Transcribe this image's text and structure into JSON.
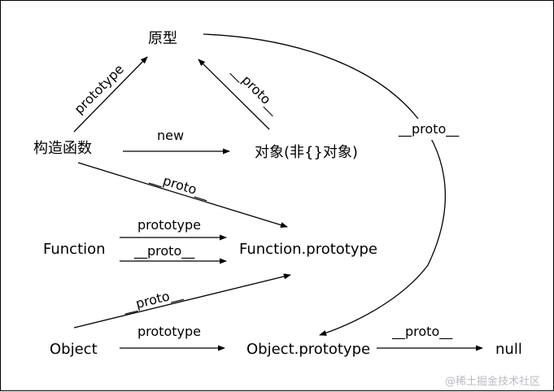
{
  "nodes": {
    "prototype_cn": "原型",
    "constructor": "构造函数",
    "object_instance": "对象(非{}对象)",
    "function": "Function",
    "function_prototype": "Function.prototype",
    "object": "Object",
    "object_prototype": "Object.prototype",
    "null": "null"
  },
  "edges": {
    "constructor_to_prototype": "prototype",
    "constructor_to_object": "new",
    "object_to_prototype": "__proto__",
    "prototype_to_object_prototype": "__proto__",
    "constructor_to_function_prototype": "__proto__",
    "function_prototype_edge": "prototype",
    "function_proto_edge": "__proto__",
    "object_to_function_prototype": "__proto__",
    "object_prototype_edge": "prototype",
    "object_prototype_to_null": "__proto__"
  },
  "watermark": "@稀土掘金技术社区"
}
